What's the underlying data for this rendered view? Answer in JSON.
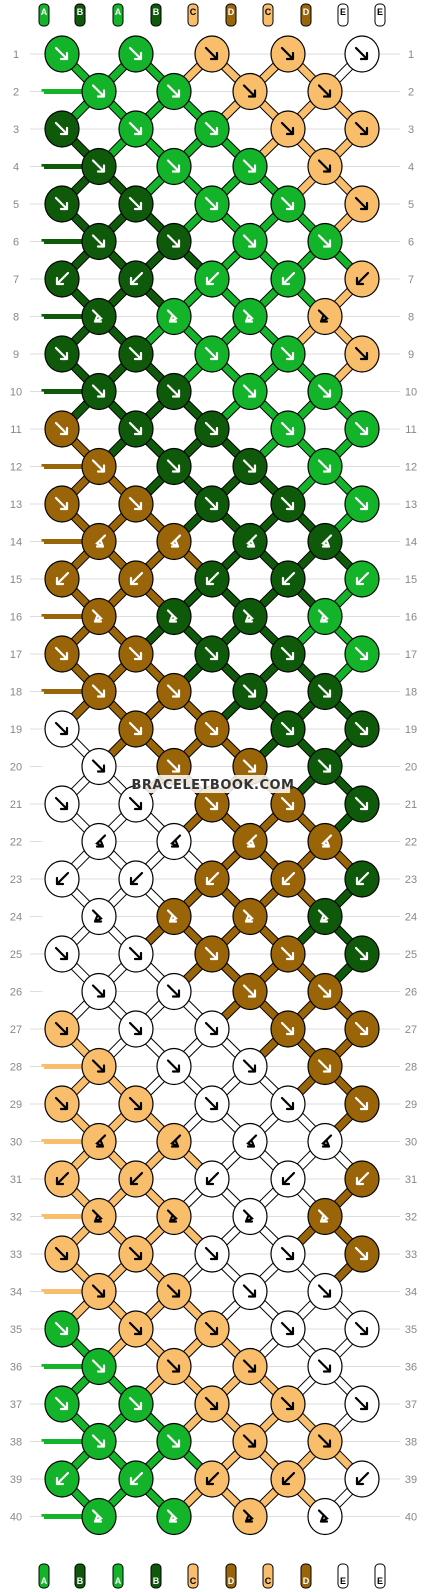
{
  "watermark": "BRACELETBOOK.COM",
  "strand_labels_top": [
    "A",
    "B",
    "A",
    "B",
    "C",
    "D",
    "C",
    "D",
    "E",
    "E"
  ],
  "strand_labels_bottom": [
    "A",
    "B",
    "A",
    "B",
    "C",
    "D",
    "C",
    "D",
    "E",
    "E"
  ],
  "colors": {
    "A": "#13b32a",
    "B": "#0f5a0a",
    "C": "#f8be6c",
    "D": "#9a6508",
    "E": "#ffffff"
  },
  "row_labels": [
    "1",
    "2",
    "3",
    "4",
    "5",
    "6",
    "7",
    "8",
    "9",
    "10",
    "11",
    "12",
    "13",
    "14",
    "15",
    "16",
    "17",
    "18",
    "19",
    "20",
    "21",
    "22",
    "23",
    "24",
    "25",
    "26",
    "27",
    "28",
    "29",
    "30",
    "31",
    "32",
    "33",
    "34",
    "35",
    "36",
    "37",
    "38",
    "39",
    "40"
  ],
  "knot_symbols": {
    "f": "forward-knot",
    "b": "backward-knot",
    "fb": "forward-backward-knot",
    "bf": "backward-forward-knot"
  },
  "rows": [
    {
      "knots": [
        {
          "c": "A",
          "k": "f"
        },
        {
          "c": "A",
          "k": "f"
        },
        {
          "c": "C",
          "k": "f"
        },
        {
          "c": "C",
          "k": "f"
        },
        {
          "c": "E",
          "k": "f"
        }
      ]
    },
    {
      "knots": [
        {
          "c": "A",
          "k": "f"
        },
        {
          "c": "A",
          "k": "f"
        },
        {
          "c": "C",
          "k": "f"
        },
        {
          "c": "C",
          "k": "f"
        }
      ]
    },
    {
      "knots": [
        {
          "c": "B",
          "k": "f"
        },
        {
          "c": "A",
          "k": "f"
        },
        {
          "c": "A",
          "k": "f"
        },
        {
          "c": "C",
          "k": "f"
        },
        {
          "c": "C",
          "k": "f"
        }
      ]
    },
    {
      "knots": [
        {
          "c": "B",
          "k": "f"
        },
        {
          "c": "A",
          "k": "f"
        },
        {
          "c": "A",
          "k": "f"
        },
        {
          "c": "C",
          "k": "f"
        }
      ]
    },
    {
      "knots": [
        {
          "c": "B",
          "k": "f"
        },
        {
          "c": "B",
          "k": "f"
        },
        {
          "c": "A",
          "k": "f"
        },
        {
          "c": "A",
          "k": "f"
        },
        {
          "c": "C",
          "k": "f"
        }
      ]
    },
    {
      "knots": [
        {
          "c": "B",
          "k": "f"
        },
        {
          "c": "B",
          "k": "f"
        },
        {
          "c": "A",
          "k": "f"
        },
        {
          "c": "A",
          "k": "f"
        }
      ]
    },
    {
      "knots": [
        {
          "c": "B",
          "k": "b"
        },
        {
          "c": "B",
          "k": "b"
        },
        {
          "c": "A",
          "k": "b"
        },
        {
          "c": "A",
          "k": "b"
        },
        {
          "c": "C",
          "k": "b"
        }
      ]
    },
    {
      "knots": [
        {
          "c": "B",
          "k": "fb"
        },
        {
          "c": "A",
          "k": "fb"
        },
        {
          "c": "A",
          "k": "fb"
        },
        {
          "c": "C",
          "k": "fb"
        }
      ]
    },
    {
      "knots": [
        {
          "c": "B",
          "k": "f"
        },
        {
          "c": "B",
          "k": "f"
        },
        {
          "c": "A",
          "k": "f"
        },
        {
          "c": "A",
          "k": "f"
        },
        {
          "c": "C",
          "k": "f"
        }
      ]
    },
    {
      "knots": [
        {
          "c": "B",
          "k": "f"
        },
        {
          "c": "B",
          "k": "f"
        },
        {
          "c": "A",
          "k": "f"
        },
        {
          "c": "A",
          "k": "f"
        }
      ]
    },
    {
      "knots": [
        {
          "c": "D",
          "k": "f"
        },
        {
          "c": "B",
          "k": "f"
        },
        {
          "c": "B",
          "k": "f"
        },
        {
          "c": "A",
          "k": "f"
        },
        {
          "c": "A",
          "k": "f"
        }
      ]
    },
    {
      "knots": [
        {
          "c": "D",
          "k": "f"
        },
        {
          "c": "B",
          "k": "f"
        },
        {
          "c": "B",
          "k": "f"
        },
        {
          "c": "A",
          "k": "f"
        }
      ]
    },
    {
      "knots": [
        {
          "c": "D",
          "k": "f"
        },
        {
          "c": "D",
          "k": "f"
        },
        {
          "c": "B",
          "k": "f"
        },
        {
          "c": "B",
          "k": "f"
        },
        {
          "c": "A",
          "k": "f"
        }
      ]
    },
    {
      "knots": [
        {
          "c": "D",
          "k": "bf"
        },
        {
          "c": "D",
          "k": "bf"
        },
        {
          "c": "B",
          "k": "bf"
        },
        {
          "c": "B",
          "k": "bf"
        }
      ]
    },
    {
      "knots": [
        {
          "c": "D",
          "k": "b"
        },
        {
          "c": "D",
          "k": "b"
        },
        {
          "c": "B",
          "k": "b"
        },
        {
          "c": "B",
          "k": "b"
        },
        {
          "c": "A",
          "k": "b"
        }
      ]
    },
    {
      "knots": [
        {
          "c": "D",
          "k": "fb"
        },
        {
          "c": "B",
          "k": "fb"
        },
        {
          "c": "B",
          "k": "fb"
        },
        {
          "c": "A",
          "k": "fb"
        }
      ]
    },
    {
      "knots": [
        {
          "c": "D",
          "k": "f"
        },
        {
          "c": "D",
          "k": "f"
        },
        {
          "c": "B",
          "k": "f"
        },
        {
          "c": "B",
          "k": "f"
        },
        {
          "c": "A",
          "k": "f"
        }
      ]
    },
    {
      "knots": [
        {
          "c": "D",
          "k": "f"
        },
        {
          "c": "D",
          "k": "f"
        },
        {
          "c": "B",
          "k": "f"
        },
        {
          "c": "B",
          "k": "f"
        }
      ]
    },
    {
      "knots": [
        {
          "c": "E",
          "k": "f"
        },
        {
          "c": "D",
          "k": "f"
        },
        {
          "c": "D",
          "k": "f"
        },
        {
          "c": "B",
          "k": "f"
        },
        {
          "c": "B",
          "k": "f"
        }
      ]
    },
    {
      "knots": [
        {
          "c": "E",
          "k": "f"
        },
        {
          "c": "D",
          "k": "f"
        },
        {
          "c": "D",
          "k": "f"
        },
        {
          "c": "B",
          "k": "f"
        }
      ]
    },
    {
      "knots": [
        {
          "c": "E",
          "k": "f"
        },
        {
          "c": "E",
          "k": "f"
        },
        {
          "c": "D",
          "k": "f"
        },
        {
          "c": "D",
          "k": "f"
        },
        {
          "c": "B",
          "k": "f"
        }
      ]
    },
    {
      "knots": [
        {
          "c": "E",
          "k": "bf"
        },
        {
          "c": "E",
          "k": "bf"
        },
        {
          "c": "D",
          "k": "bf"
        },
        {
          "c": "D",
          "k": "bf"
        }
      ]
    },
    {
      "knots": [
        {
          "c": "E",
          "k": "b"
        },
        {
          "c": "E",
          "k": "b"
        },
        {
          "c": "D",
          "k": "b"
        },
        {
          "c": "D",
          "k": "b"
        },
        {
          "c": "B",
          "k": "b"
        }
      ]
    },
    {
      "knots": [
        {
          "c": "E",
          "k": "fb"
        },
        {
          "c": "D",
          "k": "fb"
        },
        {
          "c": "D",
          "k": "fb"
        },
        {
          "c": "B",
          "k": "fb"
        }
      ]
    },
    {
      "knots": [
        {
          "c": "E",
          "k": "f"
        },
        {
          "c": "E",
          "k": "f"
        },
        {
          "c": "D",
          "k": "f"
        },
        {
          "c": "D",
          "k": "f"
        },
        {
          "c": "B",
          "k": "f"
        }
      ]
    },
    {
      "knots": [
        {
          "c": "E",
          "k": "f"
        },
        {
          "c": "E",
          "k": "f"
        },
        {
          "c": "D",
          "k": "f"
        },
        {
          "c": "D",
          "k": "f"
        }
      ]
    },
    {
      "knots": [
        {
          "c": "C",
          "k": "f"
        },
        {
          "c": "E",
          "k": "f"
        },
        {
          "c": "E",
          "k": "f"
        },
        {
          "c": "D",
          "k": "f"
        },
        {
          "c": "D",
          "k": "f"
        }
      ]
    },
    {
      "knots": [
        {
          "c": "C",
          "k": "f"
        },
        {
          "c": "E",
          "k": "f"
        },
        {
          "c": "E",
          "k": "f"
        },
        {
          "c": "D",
          "k": "f"
        }
      ]
    },
    {
      "knots": [
        {
          "c": "C",
          "k": "f"
        },
        {
          "c": "C",
          "k": "f"
        },
        {
          "c": "E",
          "k": "f"
        },
        {
          "c": "E",
          "k": "f"
        },
        {
          "c": "D",
          "k": "f"
        }
      ]
    },
    {
      "knots": [
        {
          "c": "C",
          "k": "bf"
        },
        {
          "c": "C",
          "k": "bf"
        },
        {
          "c": "E",
          "k": "bf"
        },
        {
          "c": "E",
          "k": "bf"
        }
      ]
    },
    {
      "knots": [
        {
          "c": "C",
          "k": "b"
        },
        {
          "c": "C",
          "k": "b"
        },
        {
          "c": "E",
          "k": "b"
        },
        {
          "c": "E",
          "k": "b"
        },
        {
          "c": "D",
          "k": "b"
        }
      ]
    },
    {
      "knots": [
        {
          "c": "C",
          "k": "fb"
        },
        {
          "c": "C",
          "k": "fb"
        },
        {
          "c": "E",
          "k": "fb"
        },
        {
          "c": "D",
          "k": "fb"
        }
      ]
    },
    {
      "knots": [
        {
          "c": "C",
          "k": "f"
        },
        {
          "c": "C",
          "k": "f"
        },
        {
          "c": "E",
          "k": "f"
        },
        {
          "c": "E",
          "k": "f"
        },
        {
          "c": "D",
          "k": "f"
        }
      ]
    },
    {
      "knots": [
        {
          "c": "C",
          "k": "f"
        },
        {
          "c": "C",
          "k": "f"
        },
        {
          "c": "E",
          "k": "f"
        },
        {
          "c": "E",
          "k": "f"
        }
      ]
    },
    {
      "knots": [
        {
          "c": "A",
          "k": "f"
        },
        {
          "c": "C",
          "k": "f"
        },
        {
          "c": "C",
          "k": "f"
        },
        {
          "c": "E",
          "k": "f"
        },
        {
          "c": "E",
          "k": "f"
        }
      ]
    },
    {
      "knots": [
        {
          "c": "A",
          "k": "f"
        },
        {
          "c": "C",
          "k": "f"
        },
        {
          "c": "C",
          "k": "f"
        },
        {
          "c": "E",
          "k": "f"
        }
      ]
    },
    {
      "knots": [
        {
          "c": "A",
          "k": "f"
        },
        {
          "c": "A",
          "k": "f"
        },
        {
          "c": "C",
          "k": "f"
        },
        {
          "c": "C",
          "k": "f"
        },
        {
          "c": "E",
          "k": "f"
        }
      ]
    },
    {
      "knots": [
        {
          "c": "A",
          "k": "f"
        },
        {
          "c": "A",
          "k": "f"
        },
        {
          "c": "C",
          "k": "f"
        },
        {
          "c": "C",
          "k": "f"
        }
      ]
    },
    {
      "knots": [
        {
          "c": "A",
          "k": "b"
        },
        {
          "c": "A",
          "k": "b"
        },
        {
          "c": "C",
          "k": "b"
        },
        {
          "c": "C",
          "k": "b"
        },
        {
          "c": "E",
          "k": "b"
        }
      ]
    },
    {
      "knots": [
        {
          "c": "A",
          "k": "fb"
        },
        {
          "c": "A",
          "k": "fb"
        },
        {
          "c": "C",
          "k": "fb"
        },
        {
          "c": "E",
          "k": "fb"
        }
      ]
    }
  ]
}
